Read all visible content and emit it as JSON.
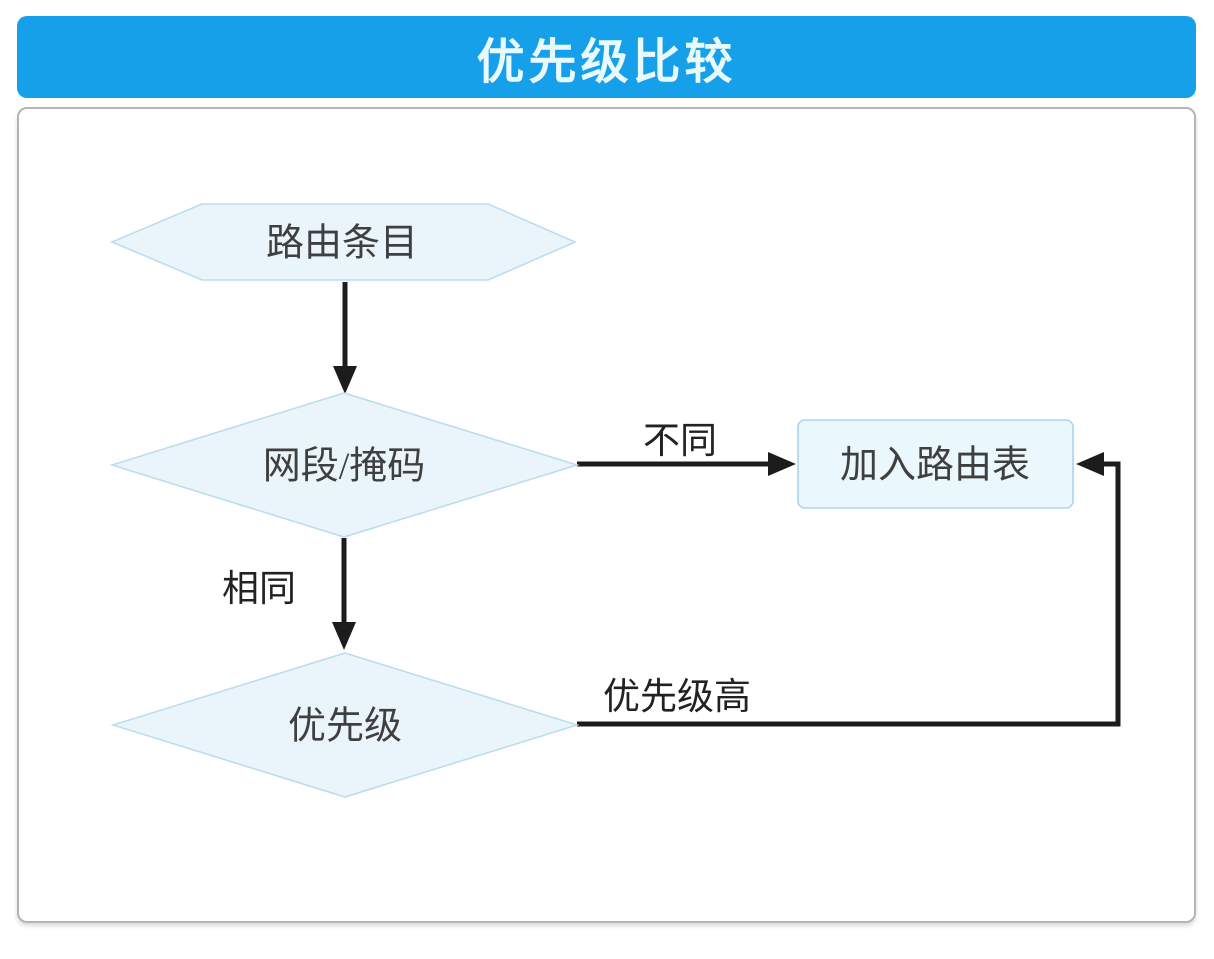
{
  "title": "优先级比较",
  "colors": {
    "header_bg": "#16a0e9",
    "header_text": "#e9faff",
    "shape_fill": "#e9f5fb",
    "shape_border": "#bcdded",
    "arrow": "#1c1c1c",
    "panel_border": "#b5b5b5"
  },
  "flowchart": {
    "nodes": [
      {
        "id": "route-entry",
        "type": "hexagon",
        "label": "路由条目"
      },
      {
        "id": "net-mask",
        "type": "diamond",
        "label": "网段/掩码"
      },
      {
        "id": "priority",
        "type": "diamond",
        "label": "优先级"
      },
      {
        "id": "add-route-table",
        "type": "rect",
        "label": "加入路由表"
      }
    ],
    "edges": [
      {
        "from": "route-entry",
        "to": "net-mask",
        "label": ""
      },
      {
        "from": "net-mask",
        "to": "add-route-table",
        "label": "不同"
      },
      {
        "from": "net-mask",
        "to": "priority",
        "label": "相同"
      },
      {
        "from": "priority",
        "to": "add-route-table",
        "label": "优先级高"
      }
    ]
  }
}
